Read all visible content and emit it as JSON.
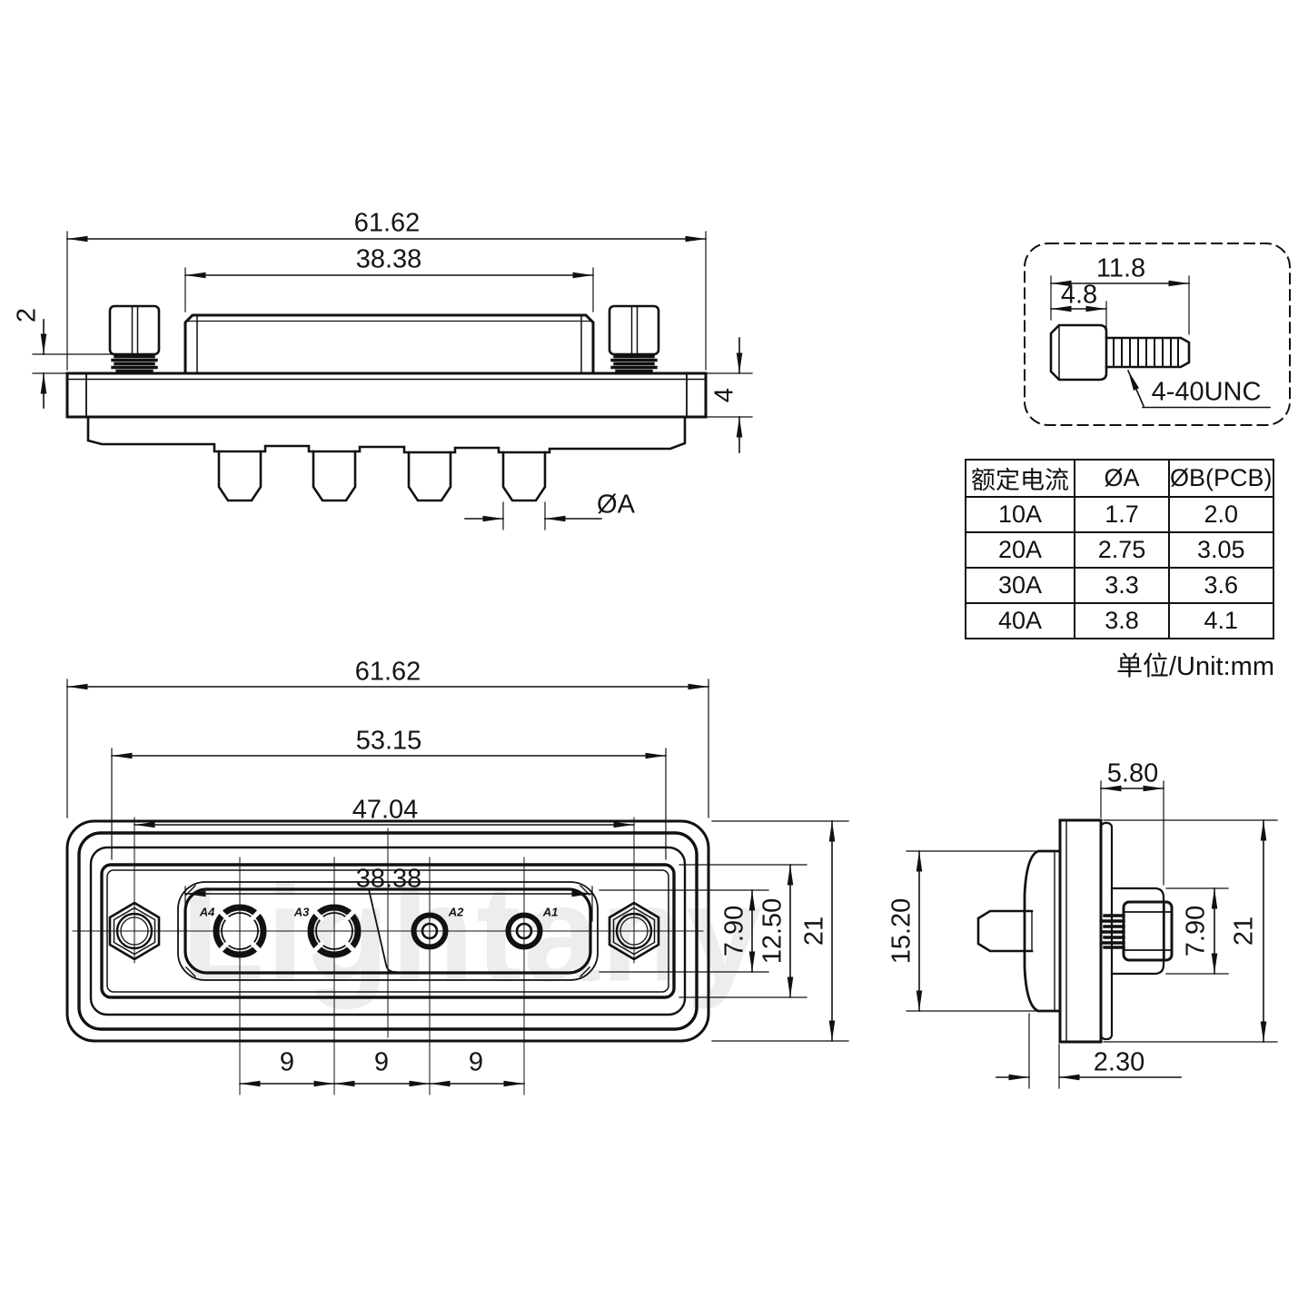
{
  "top_view": {
    "dim_overall_width": "61.62",
    "dim_shroud_width": "38.38",
    "dim_screw_gap": "2",
    "dim_flange_thickness": "4",
    "dim_pin_diameter": "ØA"
  },
  "screw_detail": {
    "dim_total_length": "11.8",
    "dim_head_length": "4.8",
    "thread_spec": "4-40UNC"
  },
  "spec_table": {
    "headers": [
      "额定电流",
      "ØA",
      "ØB(PCB)"
    ],
    "rows": [
      [
        "10A",
        "1.7",
        "2.0"
      ],
      [
        "20A",
        "2.75",
        "3.05"
      ],
      [
        "30A",
        "3.3",
        "3.6"
      ],
      [
        "40A",
        "3.8",
        "4.1"
      ]
    ],
    "unit_note": "单位/Unit:mm"
  },
  "front_view": {
    "dim_overall_width": "61.62",
    "dim_outer_width": "53.15",
    "dim_mount_centers": "47.04",
    "dim_insert_width": "38.38",
    "dim_insert_height": "7.90",
    "dim_panel_height": "12.50",
    "dim_overall_height": "21",
    "pitches": [
      "9",
      "9",
      "9"
    ],
    "contact_labels": [
      "A4",
      "A3",
      "A2",
      "A1"
    ],
    "watermark": "Lightany"
  },
  "side_view": {
    "dim_screw_protrusion": "5.80",
    "dim_shell_height": "15.20",
    "dim_nut_height": "7.90",
    "dim_overall_height": "21",
    "dim_standoff": "2.30"
  }
}
